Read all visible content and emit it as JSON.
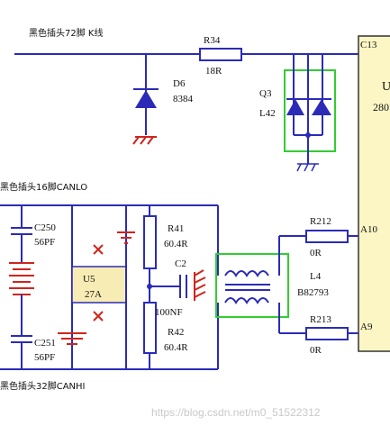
{
  "labels": {
    "top_net": "黑色插头72脚 K线",
    "canlo_net": "黑色插头16脚CANLO",
    "canhi_net": "黑色插头32脚CANHI",
    "ic_pin_c13": "C13",
    "ic_pin_a10": "A10",
    "ic_pin_a9": "A9",
    "ic_name_partial": "U",
    "ic_part_partial": "280"
  },
  "components": {
    "r34": {
      "ref": "R34",
      "value": "18R"
    },
    "d6": {
      "ref": "D6",
      "value": "8384"
    },
    "q3": {
      "ref": "Q3",
      "value": "L42"
    },
    "c250": {
      "ref": "C250",
      "value": "56PF"
    },
    "c251": {
      "ref": "C251",
      "value": "56PF"
    },
    "u5": {
      "ref": "U5",
      "value": "27A"
    },
    "r41": {
      "ref": "R41",
      "value": "60.4R"
    },
    "r42": {
      "ref": "R42",
      "value": "60.4R"
    },
    "c2": {
      "ref": "C2",
      "value": "100NF"
    },
    "l4": {
      "ref": "L4",
      "value": "B82793"
    },
    "r212": {
      "ref": "R212",
      "value": "0R"
    },
    "r213": {
      "ref": "R213",
      "value": "0R"
    }
  },
  "watermark": "https://blog.csdn.net/m0_51522312",
  "colors": {
    "wire": "#2b2bb8",
    "ic_fill": "#fbf6c4",
    "highlight_box": "#33cc33",
    "ground": "#d0241c",
    "u5_fill": "#f7ecb4",
    "diode_fill": "#2b2bb8"
  }
}
